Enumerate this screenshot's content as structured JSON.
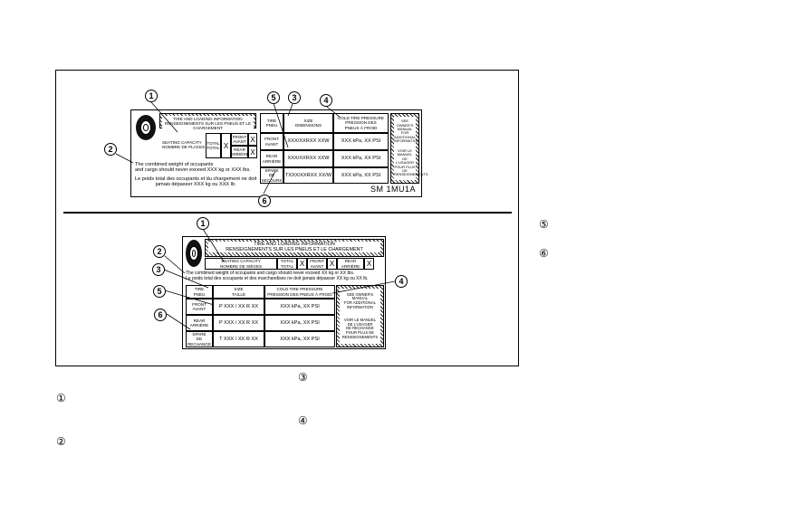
{
  "top_label": {
    "header": "TIRE AND LOADING INFORMATION\nRENSEIGNEMENTS SUR LES PNEUS ET LE CHARGEMENT",
    "seating": "SEATING CAPACITY\nNOMBRE DE PLACES",
    "total": "TOTAL\nTOTAL",
    "front": "FRONT\nAVANT",
    "rear": "REAR\nARRIÈRE",
    "x": "X",
    "weight_en": "The combined weight of occupants\nand cargo should never exceed XXX kg or XXX lbs.",
    "weight_fr": "Le poids total des occupants et du chargement ne doit\njamais dépasser XXX kg ou XXX lb.",
    "col_size": "SIZE\nDIMENSIONS",
    "col_pressure": "COLD TIRE PRESSURE\nPRESSION DES\nPNEUS À FROID",
    "rows": [
      {
        "label": "TIRE\nPNEU",
        "size": "",
        "pressure": ""
      },
      {
        "label": "FRONT\nAVANT",
        "size": "XXX/XXRXX XXW",
        "pressure": "XXX kPa, XX PSI"
      },
      {
        "label": "REAR\nARRIÈRE",
        "size": "XXX/XXRXX XXW",
        "pressure": "XXX kPa, XX PSI"
      },
      {
        "label": "SPARE\nDE SECOURS",
        "size": "TXXX/XXRXX XX/W",
        "pressure": "XXX kPa, XX PSI"
      }
    ],
    "see_manual": "SEE OWNER'S\nMANUAL FOR\nADDITIONAL\nINFORMATION",
    "voir_manuel": "VOIR LE MANUEL\nDE L'USAGER\nPOUR PLUS DE\nRENSEIGNEMENTS",
    "code": "SM 1MU1A"
  },
  "bottom_label": {
    "header": "TIRE AND LOADING INFORMATION\nRENSEIGNEMENTS SUR LES PNEUS ET LE CHARGEMENT",
    "seating": "SEATING CAPACITY\nNOMBRE DE SIÈGES",
    "total": "TOTAL\nTOTAL",
    "front": "FRONT\nAVANT",
    "rear": "REAR\nARRIÈRE",
    "x": "X",
    "weight": "The combined weight of occupants and cargo should never exceed XX kg or XX lbs.\nLe poids total des occupants et des marchandises ne doit jamais dépasser XX kg ou XX lb.",
    "col_size": "SIZE\nTAILLE",
    "col_pressure": "COLD TIRE PRESSURE\nPRESSION DES PNEUS À FROID",
    "rows": [
      {
        "label": "TIRE\nPNEU",
        "size": "",
        "pressure": ""
      },
      {
        "label": "FRONT\nAVANT",
        "size": "P XXX / XX R XX",
        "pressure": "XXX kPa, XX PSI"
      },
      {
        "label": "REAR\nARRIÈRE",
        "size": "P XXX / XX R XX",
        "pressure": "XXX kPa, XX PSI"
      },
      {
        "label": "SPARE\nDE RECHANGE",
        "size": "T XXX / XX R XX",
        "pressure": "XXX kPa, XX PSI"
      }
    ],
    "see_manual": "SEE OWNER'S MANUAL\nFOR ADDITIONAL\nINFORMATION",
    "voir_manuel": "VOIR LE MANUEL\nDE L'USAGER\nDE RECHANGE\nPOUR PLUS DE\nRENSEIGNEMENTS"
  },
  "callouts": [
    "1",
    "2",
    "3",
    "4",
    "5",
    "6"
  ],
  "legend_numbers": [
    "⑤",
    "⑥",
    "③",
    "①",
    "④",
    "②"
  ]
}
